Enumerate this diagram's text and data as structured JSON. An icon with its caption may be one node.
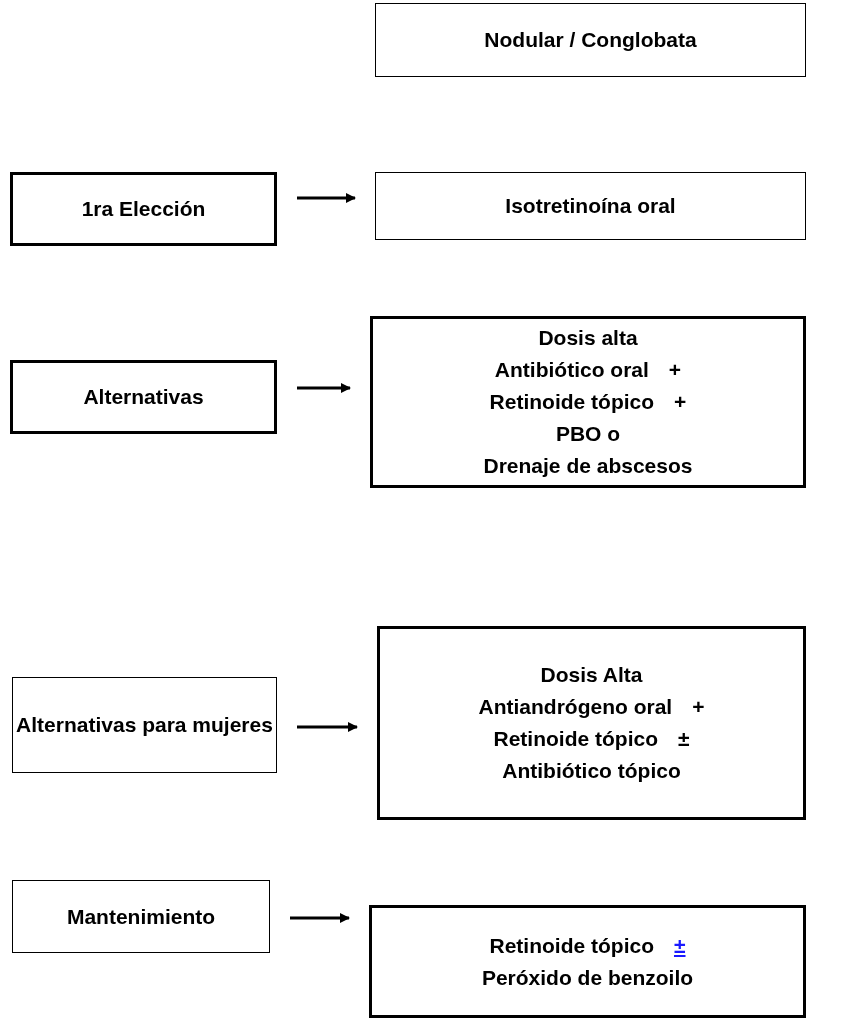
{
  "diagram": {
    "nodes": [
      {
        "text": [
          "Nodular / Conglobata"
        ]
      },
      {
        "text": [
          "1ra Elección"
        ]
      },
      {
        "text": [
          "Isotretinoína oral"
        ]
      },
      {
        "text": [
          "Alternativas"
        ]
      },
      {
        "text": [
          "Dosis alta",
          "Antibiótico oral",
          "+",
          "Retinoide tópico",
          "+",
          "PBO o",
          "Drenaje de abscesos"
        ]
      },
      {
        "text": [
          "Alternativas para mujeres"
        ]
      },
      {
        "text": [
          "Dosis Alta",
          "Antiandrógeno oral",
          "+",
          "Retinoide tópico",
          "±",
          "Antibiótico tópico"
        ]
      },
      {
        "text": [
          "Mantenimiento"
        ]
      },
      {
        "text": [
          "Retinoide tópico",
          "±",
          "Peróxido de benzoilo"
        ]
      }
    ],
    "edges": [
      {
        "from": 1,
        "to": 2,
        "arrow": "to"
      },
      {
        "from": 3,
        "to": 4,
        "arrow": "to"
      },
      {
        "from": 5,
        "to": 6,
        "arrow": "to"
      },
      {
        "from": 7,
        "to": 8,
        "arrow": "to"
      }
    ]
  }
}
